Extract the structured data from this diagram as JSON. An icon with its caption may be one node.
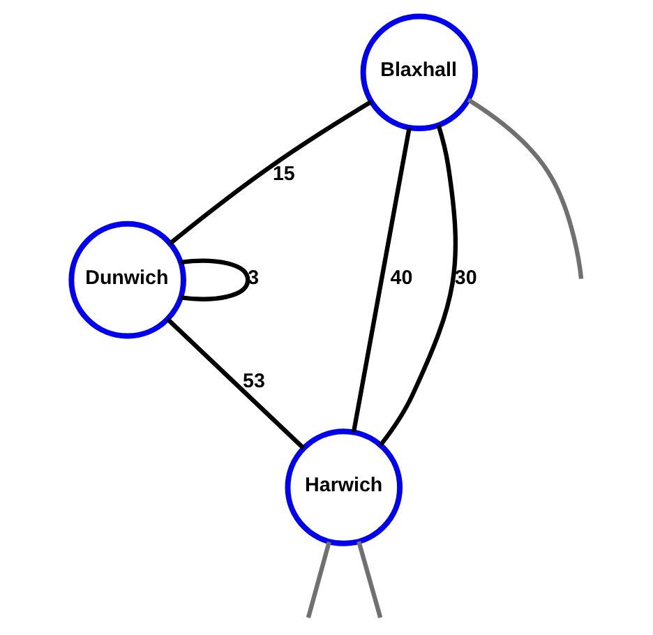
{
  "diagram": {
    "nodes": [
      {
        "text": [
          "Dunwich"
        ]
      },
      {
        "text": [
          "Blaxhall"
        ]
      },
      {
        "text": [
          "Harwich"
        ]
      }
    ],
    "edges": [
      {
        "from": 1,
        "to": 0,
        "label": "15",
        "arrow": "none"
      },
      {
        "from": 0,
        "to": 0,
        "label": "3",
        "arrow": "none"
      },
      {
        "from": 0,
        "to": 2,
        "label": "53",
        "arrow": "none"
      },
      {
        "from": 1,
        "to": 2,
        "label": "40",
        "arrow": "none"
      },
      {
        "from": 1,
        "to": 2,
        "label": "30",
        "arrow": "none"
      },
      {
        "from": 1,
        "to": null,
        "arrow": "none",
        "color": "#707070"
      },
      {
        "from": 2,
        "to": null,
        "arrow": "none",
        "color": "#707070"
      },
      {
        "from": 2,
        "to": null,
        "arrow": "none",
        "color": "#707070"
      }
    ]
  }
}
